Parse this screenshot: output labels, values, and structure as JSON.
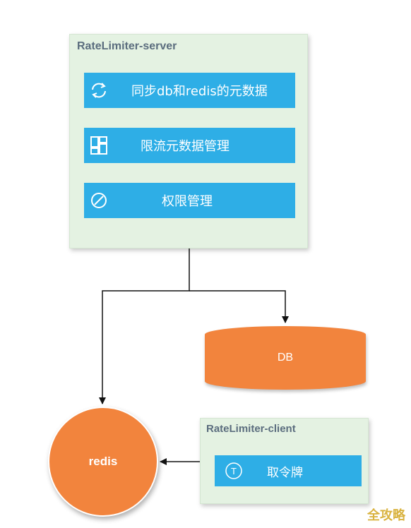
{
  "server": {
    "title": "RateLimiter-server",
    "items": [
      {
        "label": "同步db和redis的元数据",
        "icon": "sync-icon"
      },
      {
        "label": "限流元数据管理",
        "icon": "grid-icon"
      },
      {
        "label": "权限管理",
        "icon": "prohibit-icon"
      }
    ]
  },
  "db": {
    "label": "DB"
  },
  "redis": {
    "label": "redis"
  },
  "client": {
    "title": "RateLimiter-client",
    "items": [
      {
        "label": "取令牌",
        "icon": "token-icon",
        "icon_text": "T"
      }
    ]
  },
  "watermark": {
    "text": "全攻略"
  },
  "colors": {
    "panel_bg": "#e4f2e2",
    "bar_bg": "#2eaee6",
    "node_orange": "#f2843d",
    "title_text": "#5b6d7e",
    "connector": "#111111",
    "watermark": "#d9b340"
  }
}
